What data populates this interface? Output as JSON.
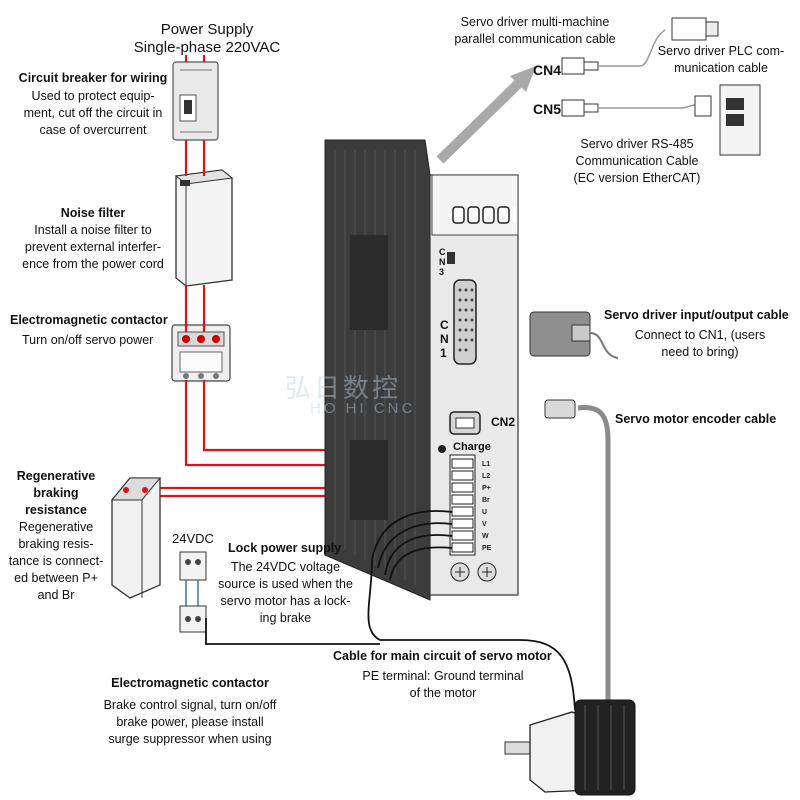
{
  "power_supply": {
    "title": "Power Supply",
    "subtitle": "Single-phase 220VAC"
  },
  "circuit_breaker": {
    "title": "Circuit breaker for wiring",
    "desc": [
      "Used to protect equip-",
      "ment, cut off the circuit in",
      "case of overcurrent"
    ]
  },
  "noise_filter": {
    "title": "Noise filter",
    "desc": [
      "Install a noise filter to",
      "prevent external interfer-",
      "ence from the power cord"
    ]
  },
  "contactor_top": {
    "title": "Electromagnetic contactor",
    "desc": [
      "Turn on/off servo power"
    ]
  },
  "regen": {
    "title": [
      "Regenerative",
      "braking",
      "resistance"
    ],
    "desc": [
      "Regenerative",
      "braking resis-",
      "tance is connect-",
      "ed between P+",
      "and Br"
    ]
  },
  "dc24": {
    "label": "24VDC"
  },
  "lock_power": {
    "title": "Lock power supply",
    "desc": [
      "The 24VDC voltage",
      "source is used when the",
      "servo motor has a lock-",
      "ing brake"
    ]
  },
  "contactor_bottom": {
    "title": "Electromagnetic contactor",
    "desc": [
      "Brake control signal, turn on/off",
      "brake power, please install",
      "surge suppressor when using"
    ]
  },
  "main_cable": {
    "title": "Cable for main circuit of servo motor",
    "desc": [
      "PE terminal: Ground terminal",
      "of the motor"
    ]
  },
  "multi_machine": {
    "desc": [
      "Servo driver multi-machine",
      "parallel communication cable"
    ]
  },
  "plc_cable": {
    "desc": [
      "Servo driver PLC com-",
      "munication cable"
    ]
  },
  "rs485": {
    "desc": [
      "Servo driver RS-485",
      "Communication Cable",
      "(EC version EtherCAT)"
    ]
  },
  "io_cable": {
    "title": "Servo driver input/output cable",
    "desc": [
      "Connect to CN1, (users",
      "need to bring)"
    ]
  },
  "encoder_cable": {
    "title": "Servo motor encoder cable"
  },
  "driver": {
    "cn4": "CN4",
    "cn5": "CN5",
    "cn3": "C\nN\n3",
    "cn1": "C\nN\n1",
    "cn2": "CN2",
    "charge": "Charge",
    "terminals": [
      "L1",
      "L2",
      "P+",
      "Br",
      "U",
      "V",
      "W",
      "PE"
    ]
  },
  "colors": {
    "power_wire": "#e0101a",
    "motor_wire": "#111111",
    "cable_gray": "#8a8a8a",
    "arrow": "#a9a9a9"
  }
}
